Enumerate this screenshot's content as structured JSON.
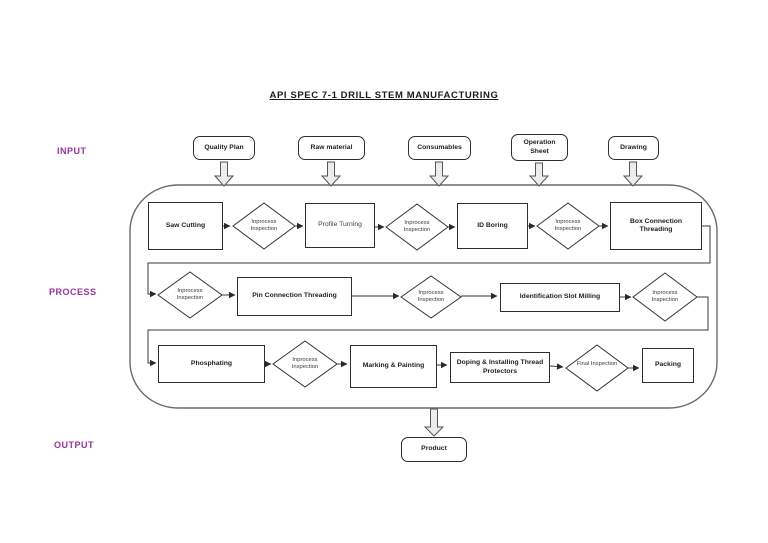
{
  "title": "API SPEC 7-1 DRILL STEM MANUFACTURING",
  "stage_labels": {
    "input": "INPUT",
    "process": "PROCESS",
    "output": "OUTPUT"
  },
  "colors": {
    "stage_label": "#993399",
    "shape_stroke": "#2e2e2e",
    "connector": "#3a3a3a",
    "container_stroke": "#6b6b6b",
    "block_arrow_fill": "#ececec"
  },
  "inputs": [
    {
      "label": "Quality Plan"
    },
    {
      "label": "Raw material"
    },
    {
      "label": "Consumables"
    },
    {
      "label": "Operation Sheet"
    },
    {
      "label": "Drawing"
    }
  ],
  "process": {
    "row1": [
      {
        "kind": "task",
        "label": "Saw Cutting"
      },
      {
        "kind": "decision",
        "label": "Inprocess Inspection"
      },
      {
        "kind": "task",
        "label": "Profile Turning"
      },
      {
        "kind": "decision",
        "label": "Inprocess Inspection"
      },
      {
        "kind": "task",
        "label": "ID Boring"
      },
      {
        "kind": "decision",
        "label": "Inprocess Inspection"
      },
      {
        "kind": "task",
        "label": "Box Connection Threading"
      }
    ],
    "row2": [
      {
        "kind": "decision",
        "label": "Inprocess Inspection"
      },
      {
        "kind": "task",
        "label": "Pin Connection Threading"
      },
      {
        "kind": "decision",
        "label": "Inprocess Inspection"
      },
      {
        "kind": "task",
        "label": "Identification Slot Milling"
      },
      {
        "kind": "decision",
        "label": "Inprocess Inspection"
      }
    ],
    "row3": [
      {
        "kind": "task",
        "label": "Phosphating"
      },
      {
        "kind": "decision",
        "label": "Inprocess Inspection"
      },
      {
        "kind": "task",
        "label": "Marking & Painting"
      },
      {
        "kind": "task",
        "label": "Doping & Installing Thread Protectors"
      },
      {
        "kind": "decision",
        "label": "Final Inspection"
      },
      {
        "kind": "task",
        "label": "Packing"
      }
    ]
  },
  "output": {
    "label": "Product"
  }
}
